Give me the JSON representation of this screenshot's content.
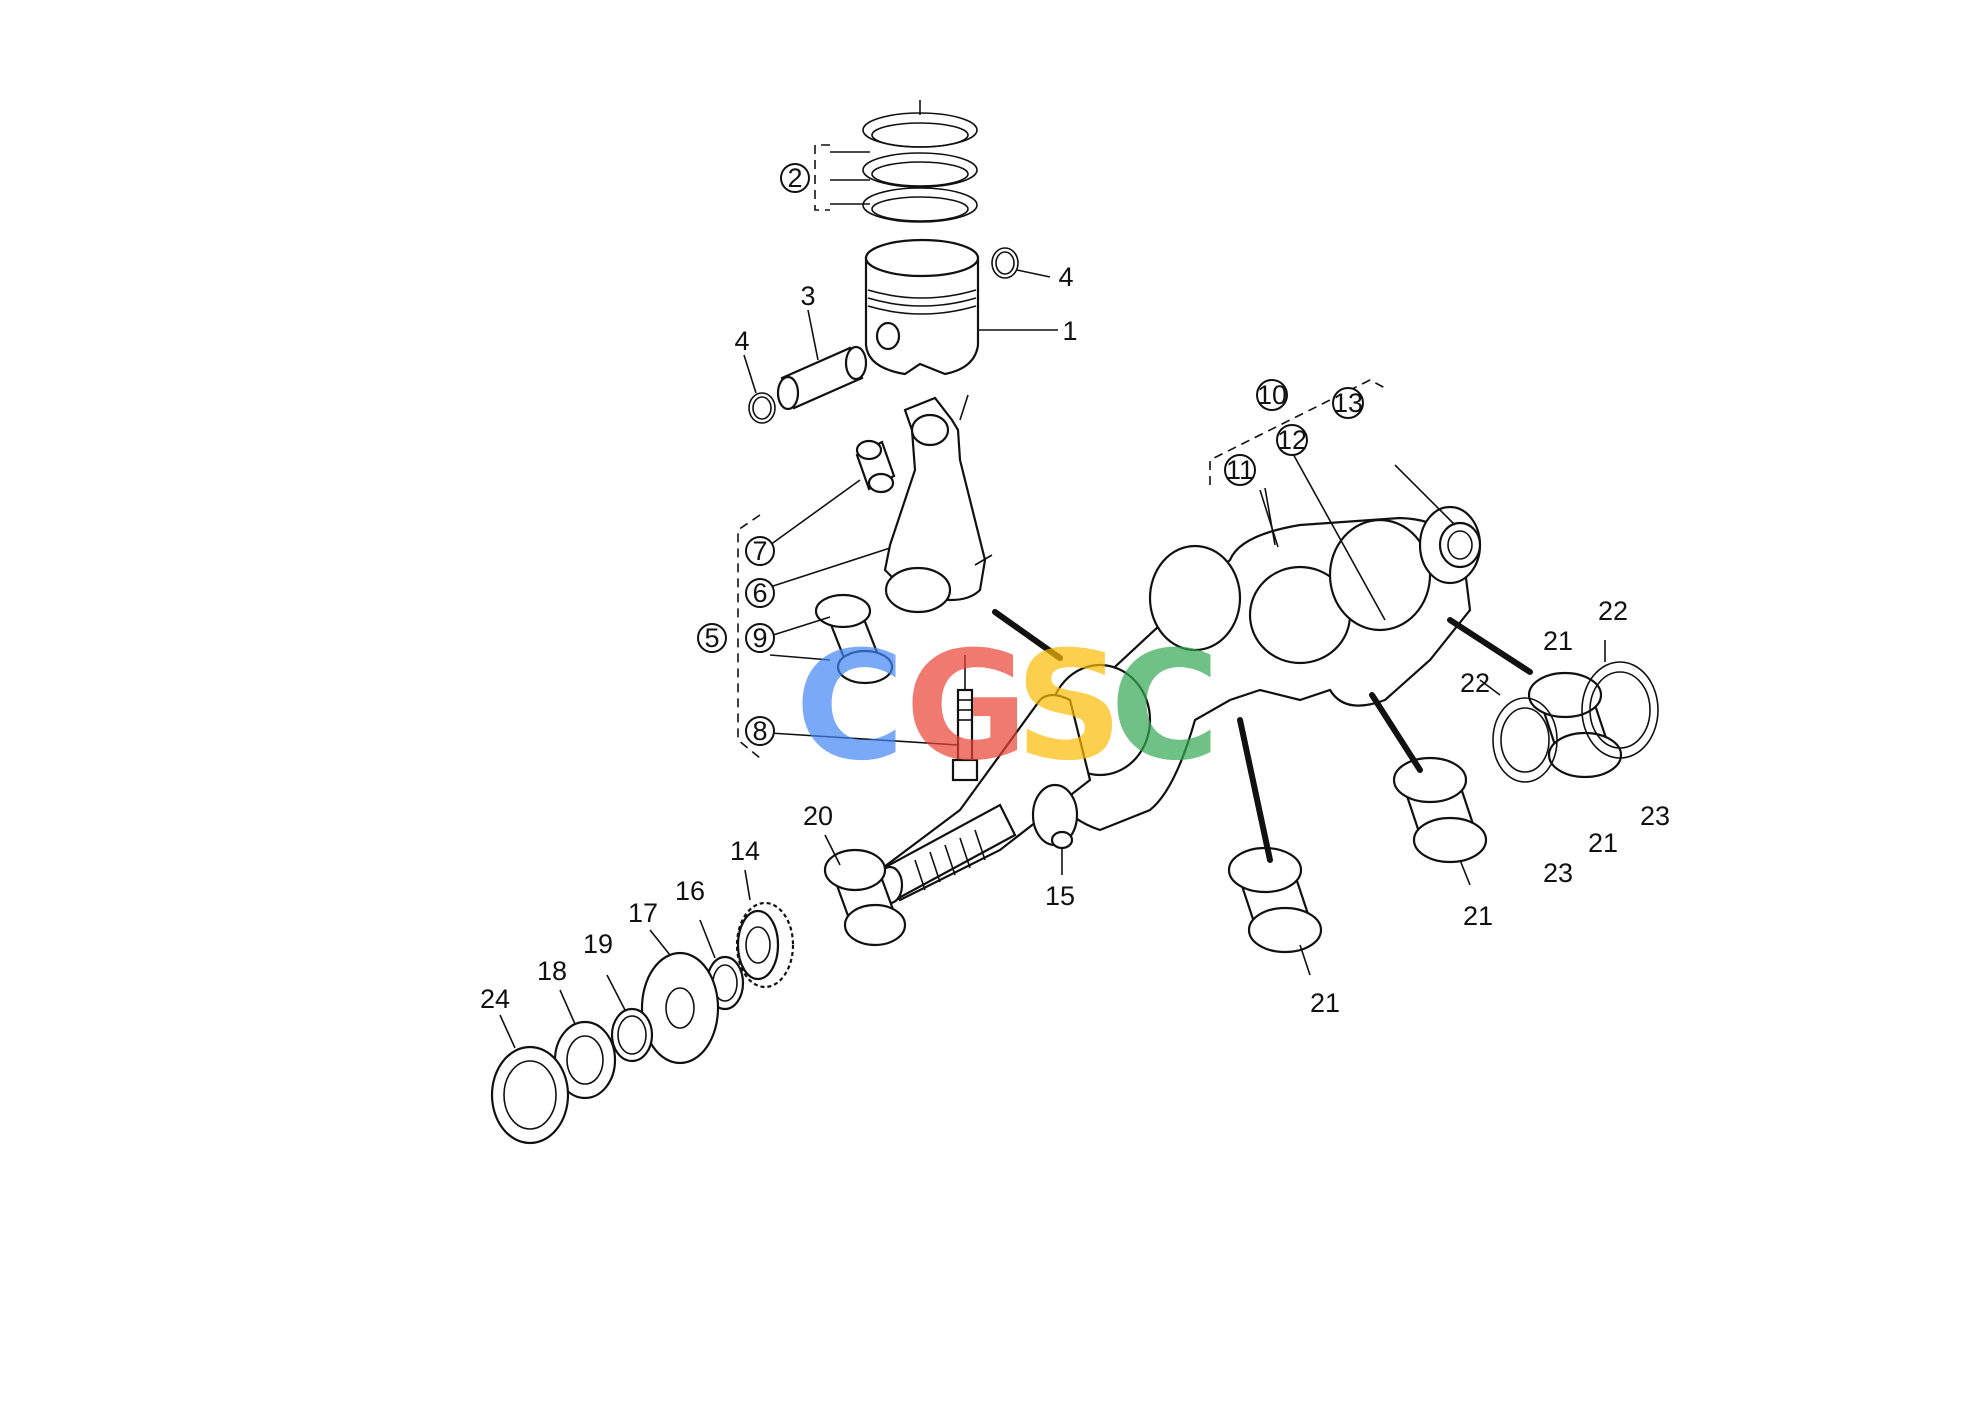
{
  "diagram": {
    "callouts": {
      "p1": "1",
      "p2": "2",
      "p3": "3",
      "p4a": "4",
      "p4b": "4",
      "p5": "5",
      "p6": "6",
      "p7": "7",
      "p8": "8",
      "p9": "9",
      "p10": "10",
      "p11": "11",
      "p12": "12",
      "p13": "13",
      "p14": "14",
      "p15": "15",
      "p16": "16",
      "p17": "17",
      "p18": "18",
      "p19": "19",
      "p20": "20",
      "p21a": "21",
      "p21b": "21",
      "p21c": "21",
      "p21d": "21",
      "p22a": "22",
      "p22b": "22",
      "p23a": "23",
      "p23b": "23",
      "p24": "24"
    },
    "watermark": {
      "letters": [
        "C",
        "G",
        "S",
        "C"
      ],
      "colors": [
        "#4285F4",
        "#EA4335",
        "#FBBC05",
        "#34A853"
      ]
    }
  }
}
